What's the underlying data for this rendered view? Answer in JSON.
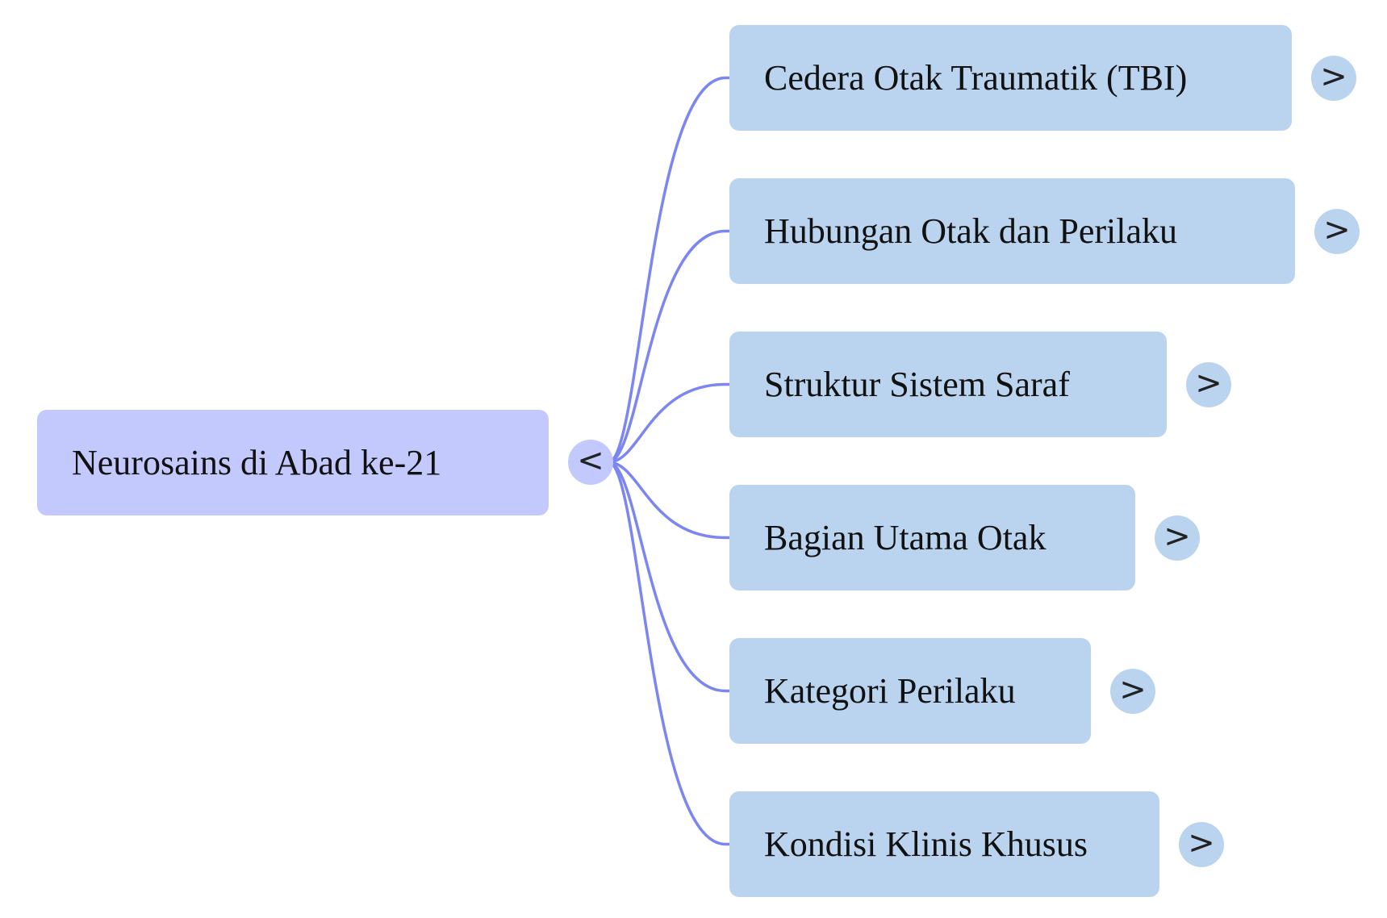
{
  "colors": {
    "root_fill": "#c3c9fd",
    "child_fill": "#bad4ef",
    "connector": "#7b86f0"
  },
  "root": {
    "label": "Neurosains di Abad ke-21",
    "toggle_label": "<",
    "toggle_icon": "collapse-left-icon"
  },
  "children": [
    {
      "label": "Cedera Otak Traumatik (TBI)",
      "toggle_label": ">",
      "toggle_icon": "expand-right-icon"
    },
    {
      "label": "Hubungan Otak dan Perilaku",
      "toggle_label": ">",
      "toggle_icon": "expand-right-icon"
    },
    {
      "label": "Struktur Sistem Saraf",
      "toggle_label": ">",
      "toggle_icon": "expand-right-icon"
    },
    {
      "label": "Bagian Utama Otak",
      "toggle_label": ">",
      "toggle_icon": "expand-right-icon"
    },
    {
      "label": "Kategori Perilaku",
      "toggle_label": ">",
      "toggle_icon": "expand-right-icon"
    },
    {
      "label": "Kondisi Klinis Khusus",
      "toggle_label": ">",
      "toggle_icon": "expand-right-icon"
    }
  ]
}
